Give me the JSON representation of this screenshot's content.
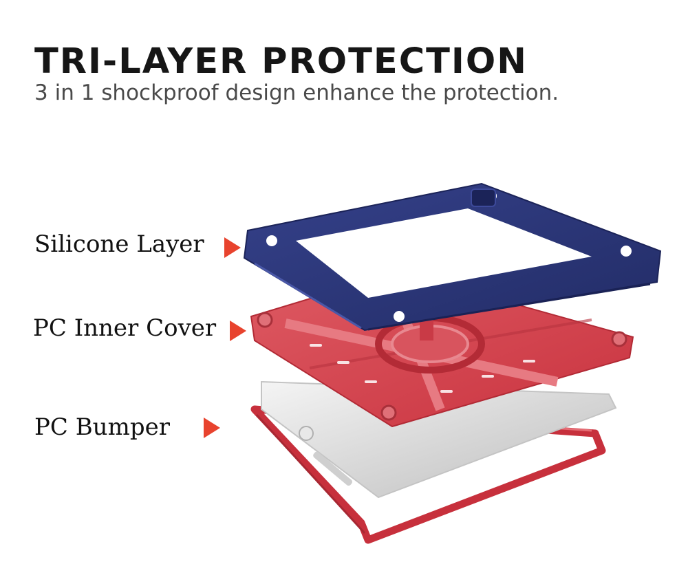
{
  "header": {
    "title": "TRI-LAYER PROTECTION",
    "subtitle": "3 in 1 shockproof design enhance the protection."
  },
  "layers": [
    {
      "label": "Silicone Layer",
      "color": "#2b3677"
    },
    {
      "label": "PC Inner Cover",
      "color": "#d2424d"
    },
    {
      "label": "PC Bumper",
      "color": "#c7303c"
    }
  ],
  "colors": {
    "arrow": "#e8432e",
    "tablet": "#d9d9d9"
  }
}
